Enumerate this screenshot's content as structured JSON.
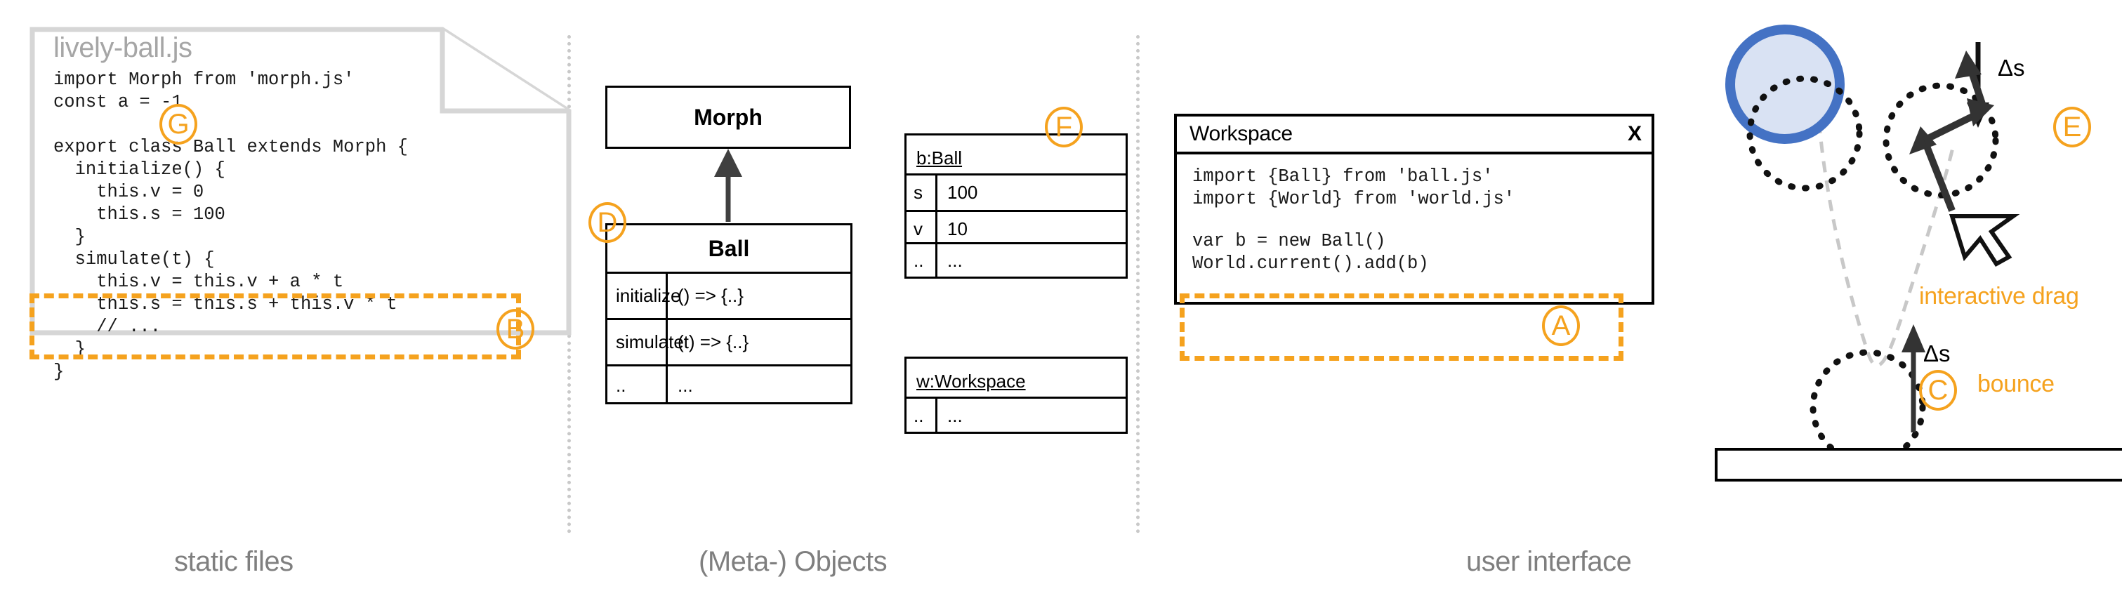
{
  "columns": {
    "static_files": "static files",
    "meta_objects": "(Meta-) Objects",
    "user_interface": "user interface"
  },
  "file_card": {
    "filename": "lively-ball.js",
    "code_top": "import Morph from 'morph.js'\nconst a = -1\n\nexport class Ball extends Morph {\n  initialize() {\n    this.v = 0\n    this.s = 100\n  }\n  simulate(t) {\n    this.v = this.v + a * t\n    this.s = this.s + this.v * t\n    // ...\n  }\n}",
    "marker_g": "G",
    "marker_b": "B"
  },
  "uml": {
    "superclass": {
      "name": "Morph"
    },
    "class": {
      "name": "Ball",
      "marker": "D",
      "rows": [
        {
          "member": "initialize",
          "value": "() => {..}"
        },
        {
          "member": "simulate",
          "value": "(t) => {..}"
        },
        {
          "member": "..",
          "value": "..."
        }
      ]
    },
    "objects": [
      {
        "title": "b:Ball",
        "marker": "F",
        "rows": [
          {
            "key": "s",
            "value": "100"
          },
          {
            "key": "v",
            "value": "10"
          },
          {
            "key": "..",
            "value": "..."
          }
        ]
      },
      {
        "title": "w:Workspace",
        "rows": [
          {
            "key": "..",
            "value": "..."
          }
        ]
      }
    ]
  },
  "workspace": {
    "title": "Workspace",
    "close_label": "X",
    "code_imports": "import {Ball} from 'ball.js'\nimport {World} from 'world.js'",
    "code_snippet": "var b = new Ball()\nWorld.current().add(b)",
    "marker_a": "A"
  },
  "stage": {
    "ds_top_label": "Δs",
    "ds_bottom_label": "Δs",
    "marker_c": "C",
    "label_bounce": "bounce",
    "marker_e": "E",
    "label_interactive_drag": "interactive drag"
  },
  "colors": {
    "accent_orange": "#F5A21E",
    "ball_stroke": "#4472C4",
    "ball_fill": "#D9E2F3",
    "paper_border": "#d6d6d6",
    "caption_grey": "#7f7f7f"
  }
}
